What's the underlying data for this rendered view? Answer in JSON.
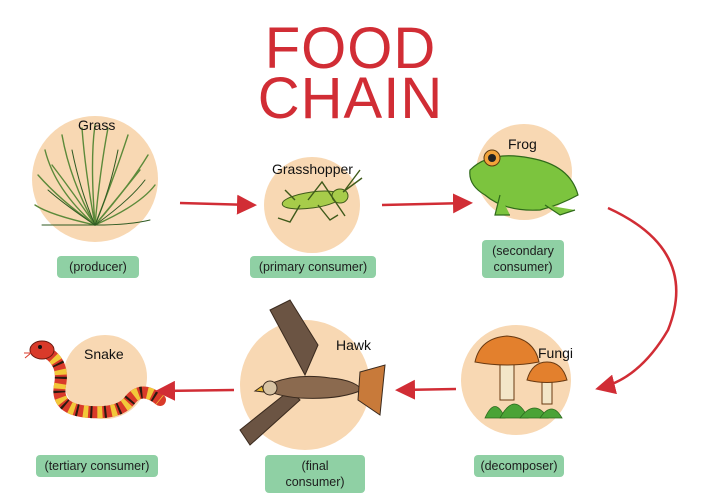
{
  "title": {
    "line1": "FOOD",
    "line2": "CHAIN"
  },
  "colors": {
    "title": "#d12d35",
    "arrow": "#d12d35",
    "circle": "#f8d8b3",
    "label_bg": "#8fd0a4"
  },
  "nodes": [
    {
      "name": "Grass",
      "role": "(producer)",
      "icon": "grass-icon"
    },
    {
      "name": "Grasshopper",
      "role": "(primary consumer)",
      "icon": "grasshopper-icon"
    },
    {
      "name": "Frog",
      "role_line1": "(secondary",
      "role_line2": "consumer)",
      "icon": "frog-icon"
    },
    {
      "name": "Fungi",
      "role": "(decomposer)",
      "icon": "mushroom-icon"
    },
    {
      "name": "Hawk",
      "role": "(final consumer)",
      "icon": "hawk-icon"
    },
    {
      "name": "Snake",
      "role": "(tertiary consumer)",
      "icon": "snake-icon"
    }
  ]
}
